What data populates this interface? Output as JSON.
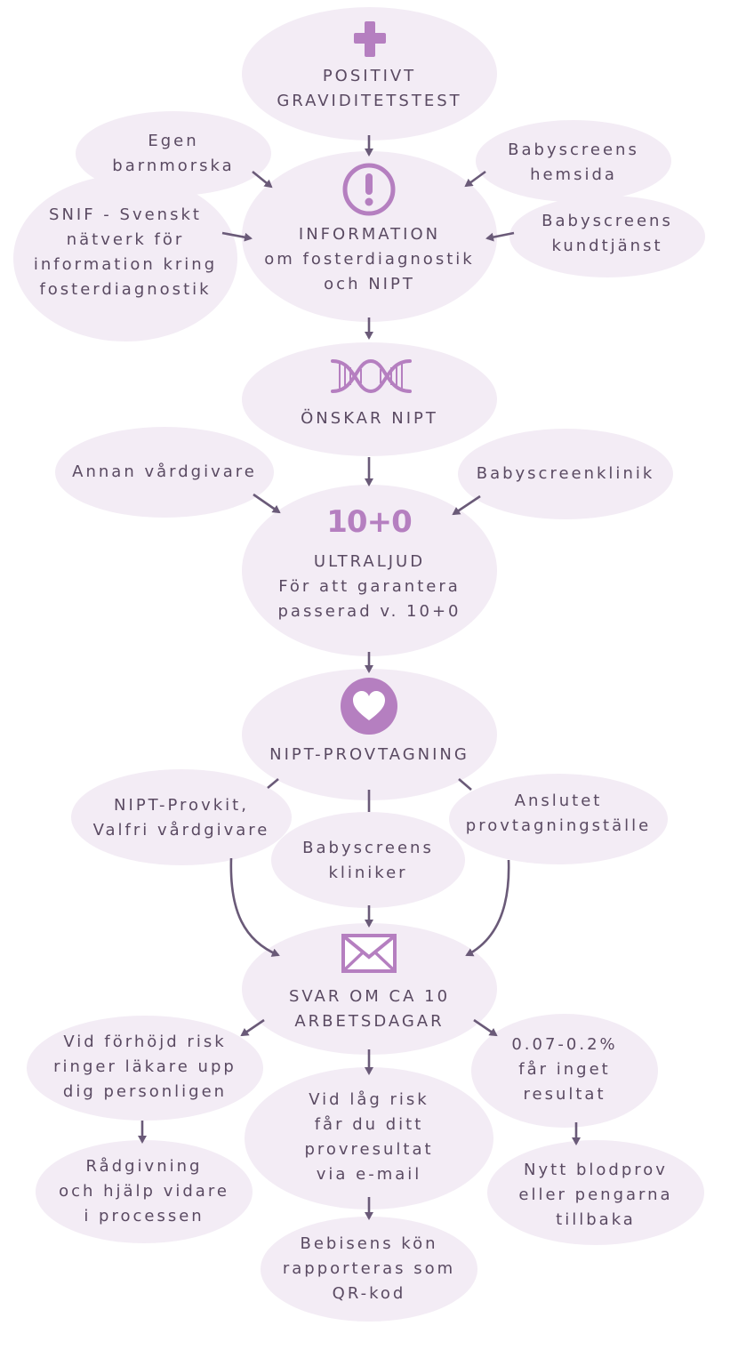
{
  "colors": {
    "ellipse": "#f2ebf4",
    "ellipse_light": "#f5eff6",
    "accent": "#b57fc0",
    "arrow": "#6a5a78",
    "text": "#5a4a62"
  },
  "nodes": {
    "positive": [
      "POSITIVT",
      "GRAVIDITETSTEST"
    ],
    "information": [
      "INFORMATION",
      "om fosterdiagnostik",
      "och NIPT"
    ],
    "onskar": [
      "ÖNSKAR NIPT"
    ],
    "ultraljud": [
      "ULTRALJUD",
      "För att garantera",
      "passerad v. 10+0"
    ],
    "provtagning": [
      "NIPT-PROVTAGNING"
    ],
    "svar": [
      "SVAR OM CA 10",
      "ARBETSDAGAR"
    ]
  },
  "sources": {
    "barnmorska": [
      "Egen",
      "barnmorska"
    ],
    "snif": [
      "SNIF - Svenskt",
      "nätverk för",
      "information kring",
      "fosterdiagnostik"
    ],
    "hemsida": [
      "Babyscreens",
      "hemsida"
    ],
    "kundtjanst": [
      "Babyscreens",
      "kundtjänst"
    ],
    "annan": [
      "Annan vårdgivare"
    ],
    "klinik": [
      "Babyscreenklinik"
    ],
    "provkit": [
      "NIPT-Provkit,",
      "Valfri vårdgivare"
    ],
    "bs_kliniker": [
      "Babyscreens",
      "kliniker"
    ],
    "anslutet": [
      "Anslutet",
      "provtagningställe"
    ]
  },
  "outcomes": {
    "hog_risk": [
      "Vid förhöjd risk",
      "ringer läkare upp",
      "dig personligen"
    ],
    "radgivning": [
      "Rådgivning",
      "och hjälp vidare",
      "i processen"
    ],
    "lag_risk": [
      "Vid låg risk",
      "får du ditt",
      "provresultat",
      "via e-mail"
    ],
    "kon": [
      "Bebisens kön",
      "rapporteras som",
      "QR-kod"
    ],
    "inget": [
      "0.07-0.2%",
      "får inget",
      "resultat"
    ],
    "nytt": [
      "Nytt blodprov",
      "eller pengarna",
      "tillbaka"
    ]
  },
  "icons": {
    "plus": "plus-icon",
    "exclamation": "exclamation-icon",
    "dna": "dna-icon",
    "week_badge": "10+0",
    "heart": "heart-icon",
    "envelope": "envelope-icon"
  }
}
